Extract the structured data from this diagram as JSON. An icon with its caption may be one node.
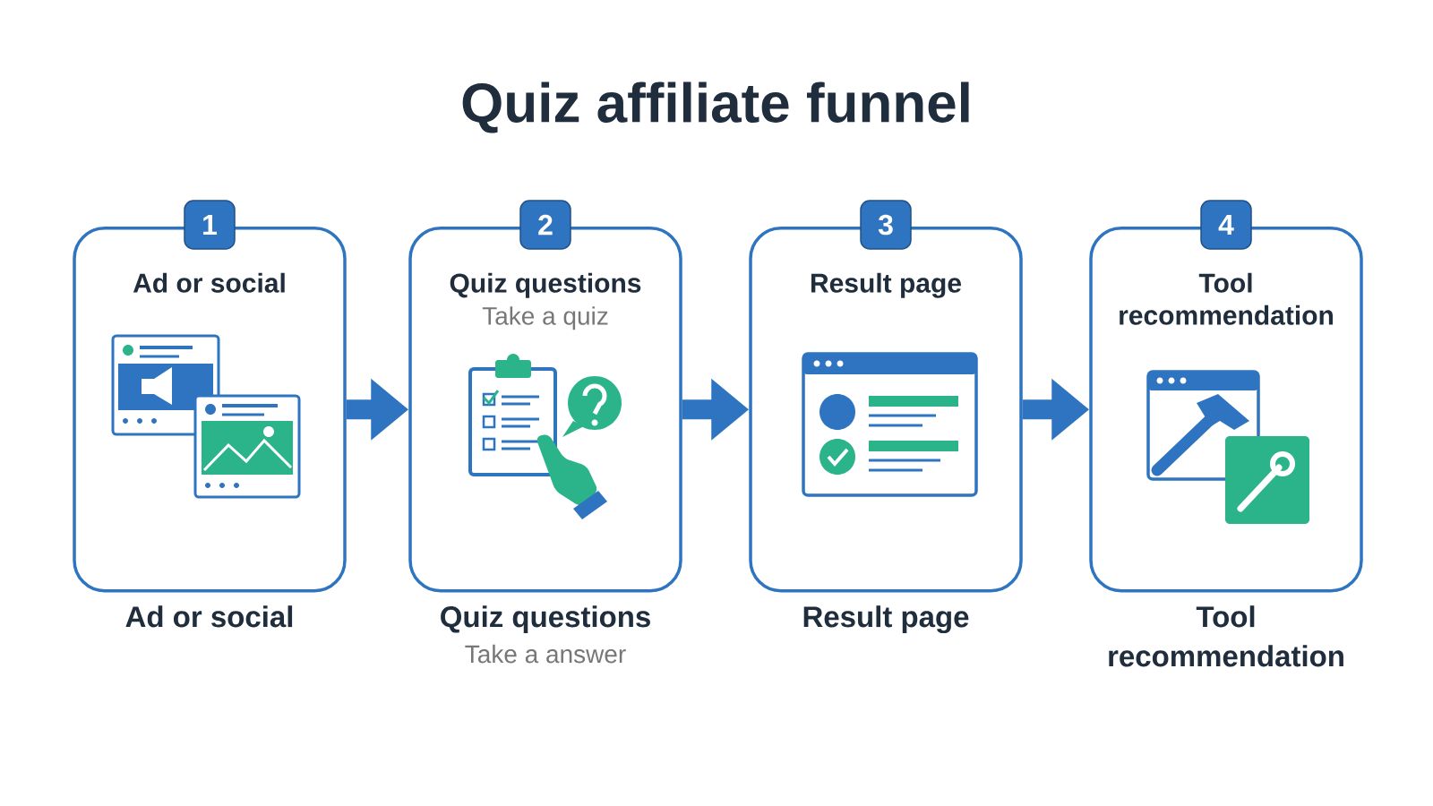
{
  "diagram": {
    "title": "Quiz affiliate funnel",
    "nodes": [
      {
        "text": [
          "Ad or social"
        ],
        "beside": [
          "Ad or social"
        ]
      },
      {
        "text": [
          "Quiz questions",
          "Take a quiz"
        ],
        "beside": [
          "Quiz questions",
          "Take a answer"
        ]
      },
      {
        "text": [
          "Result page"
        ],
        "beside": [
          "Result page"
        ]
      },
      {
        "text": [
          "Tool recommendation"
        ],
        "beside": [
          "Tool recommendation"
        ]
      }
    ],
    "edges": [
      {
        "from": 0,
        "to": 1,
        "arrow": "to"
      },
      {
        "from": 1,
        "to": 2,
        "arrow": "to"
      },
      {
        "from": 2,
        "to": 3,
        "arrow": "to"
      }
    ],
    "labels": [
      "1",
      "2",
      "3",
      "4"
    ]
  }
}
